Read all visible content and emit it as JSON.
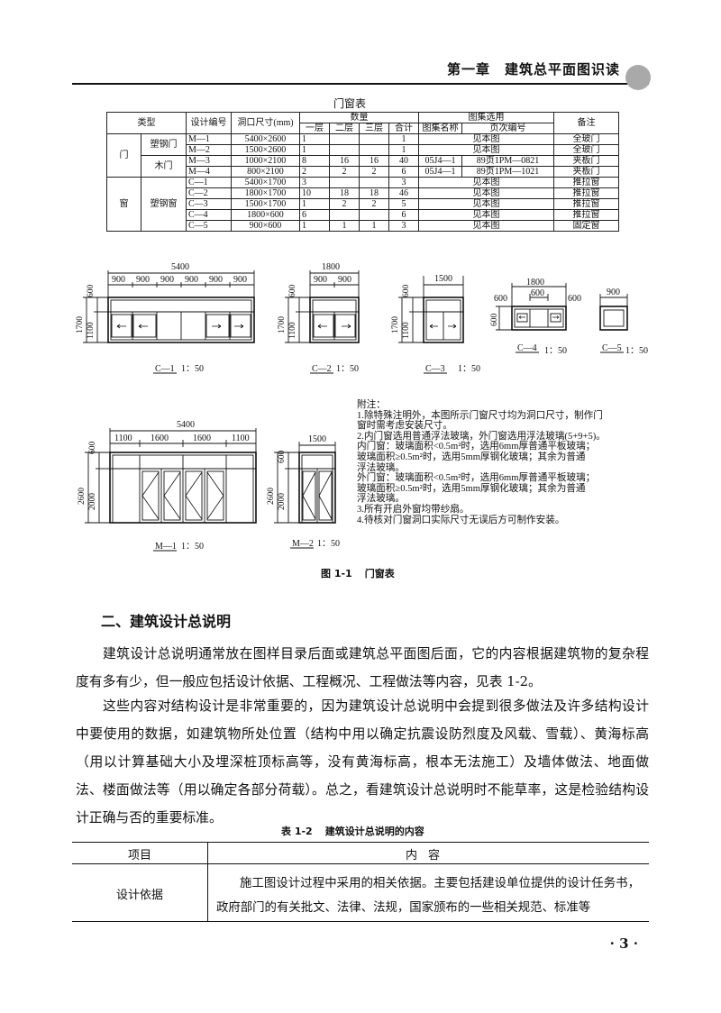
{
  "header": {
    "chapter_title": "第一章　建筑总平面图识读"
  },
  "door_window_table": {
    "caption": "门窗表",
    "headers": {
      "type": "类型",
      "design_code": "设计编号",
      "opening_size": "洞口尺寸(mm)",
      "quantity": "数量",
      "floor1": "一层",
      "floor2": "二层",
      "floor3": "三层",
      "total": "合计",
      "atlas": "图集选用",
      "atlas_name": "图集名称",
      "atlas_page": "页次编号",
      "remark": "备注"
    },
    "groups": {
      "door": "门",
      "window": "窗"
    },
    "subtypes": {
      "plastic_steel_door": "塑钢门",
      "wood_door": "木门",
      "plastic_steel_window": "塑钢窗"
    },
    "rows": [
      [
        "M—1",
        "5400×2600",
        "1",
        "",
        "",
        "1",
        "见本图",
        "",
        "全玻门"
      ],
      [
        "M—2",
        "1500×2600",
        "1",
        "",
        "",
        "1",
        "见本图",
        "",
        "全玻门"
      ],
      [
        "M—3",
        "1000×2100",
        "8",
        "16",
        "16",
        "40",
        "05J4—1",
        "89页1PM—0821",
        "夹板门"
      ],
      [
        "M—4",
        "800×2100",
        "2",
        "2",
        "2",
        "6",
        "05J4—1",
        "89页1PM—1021",
        "夹板门"
      ],
      [
        "C—1",
        "5400×1700",
        "3",
        "",
        "",
        "3",
        "见本图",
        "",
        "推拉窗"
      ],
      [
        "C—2",
        "1800×1700",
        "10",
        "18",
        "18",
        "46",
        "见本图",
        "",
        "推拉窗"
      ],
      [
        "C—3",
        "1500×1700",
        "1",
        "2",
        "2",
        "5",
        "见本图",
        "",
        "推拉窗"
      ],
      [
        "C—4",
        "1800×600",
        "6",
        "",
        "",
        "6",
        "见本图",
        "",
        "推拉窗"
      ],
      [
        "C—5",
        "900×600",
        "1",
        "1",
        "1",
        "3",
        "见本图",
        "",
        "固定窗"
      ]
    ]
  },
  "drawings": {
    "c1": {
      "label": "C—1",
      "scale": "1：50",
      "total_width": "5400",
      "segments": [
        "900",
        "900",
        "900",
        "900",
        "900",
        "900"
      ],
      "height_top": "600",
      "height_total": "1700",
      "height_bottom": "1100"
    },
    "c2": {
      "label": "C—2",
      "scale": "1：50",
      "total_width": "1800",
      "segments": [
        "900",
        "900"
      ],
      "height_top": "600",
      "height_total": "1700",
      "height_bottom": "1100"
    },
    "c3": {
      "label": "C—3",
      "scale": "1：50",
      "total_width": "1500",
      "height_top": "600",
      "height_total": "1700",
      "height_bottom": "1100"
    },
    "c4": {
      "label": "C—4",
      "scale": "1：50",
      "total_width": "1800",
      "segments": [
        "600",
        "600",
        "600"
      ],
      "height": "600"
    },
    "c5": {
      "label": "C—5",
      "scale": "1：50",
      "total_width": "900"
    },
    "m1": {
      "label": "M—1",
      "scale": "1：50",
      "total_width": "5400",
      "segments": [
        "1100",
        "1600",
        "1600",
        "1100"
      ],
      "height_top": "600",
      "height_total": "2600",
      "height_bottom": "2000"
    },
    "m2": {
      "label": "M—2",
      "scale": "1：50",
      "total_width": "1500",
      "height_top": "600",
      "height_total": "2600",
      "height_bottom": "2000"
    }
  },
  "notes": {
    "title": "附注：",
    "lines": [
      "1.除特殊注明外，本图所示门窗尺寸均为洞口尺寸，制作门",
      "   窗时需考虑安装尺寸。",
      "2.内门窗选用普通浮法玻璃，外门窗选用浮法玻璃(5+9+5)。",
      "   内门窗：玻璃面积<0.5m²时，选用6mm厚普通平板玻璃；",
      "   玻璃面积≥0.5m²时，选用5mm厚钢化玻璃；其余为普通",
      "   浮法玻璃。",
      "   外门窗：玻璃面积<0.5m²时，选用6mm厚普通平板玻璃；",
      "   玻璃面积≥0.5m²时，选用5mm厚钢化玻璃；其余为普通",
      "   浮法玻璃。",
      "3.所有开启外窗均带纱扇。",
      "4.待核对门窗洞口实际尺寸无误后方可制作安装。"
    ]
  },
  "figure": {
    "number": "图 1-1",
    "title": "门窗表"
  },
  "section": {
    "title": "二、建筑设计总说明",
    "paragraph1": "建筑设计总说明通常放在图样目录后面或建筑总平面图后面，它的内容根据建筑物的复杂程度有多有少，但一般应包括设计依据、工程概况、工程做法等内容，见表 1-2。",
    "paragraph2": "这些内容对结构设计是非常重要的，因为建筑设计总说明中会提到很多做法及许多结构设计中要使用的数据，如建筑物所处位置（结构中用以确定抗震设防烈度及风载、雪载）、黄海标高（用以计算基础大小及埋深桩顶标高等，没有黄海标高，根本无法施工）及墙体做法、地面做法、楼面做法等（用以确定各部分荷载）。总之，看建筑设计总说明时不能草率，这是检验结构设计正确与否的重要标准。"
  },
  "table2": {
    "number": "表 1-2",
    "title": "建筑设计总说明的内容",
    "header_item": "项目",
    "header_content": "内容",
    "row_item": "设计依据",
    "row_content": "施工图设计过程中采用的相关依据。主要包括建设单位提供的设计任务书，政府部门的有关批文、法律、法规，国家颁布的一些相关规范、标准等"
  },
  "page_number": "· 3 ·"
}
